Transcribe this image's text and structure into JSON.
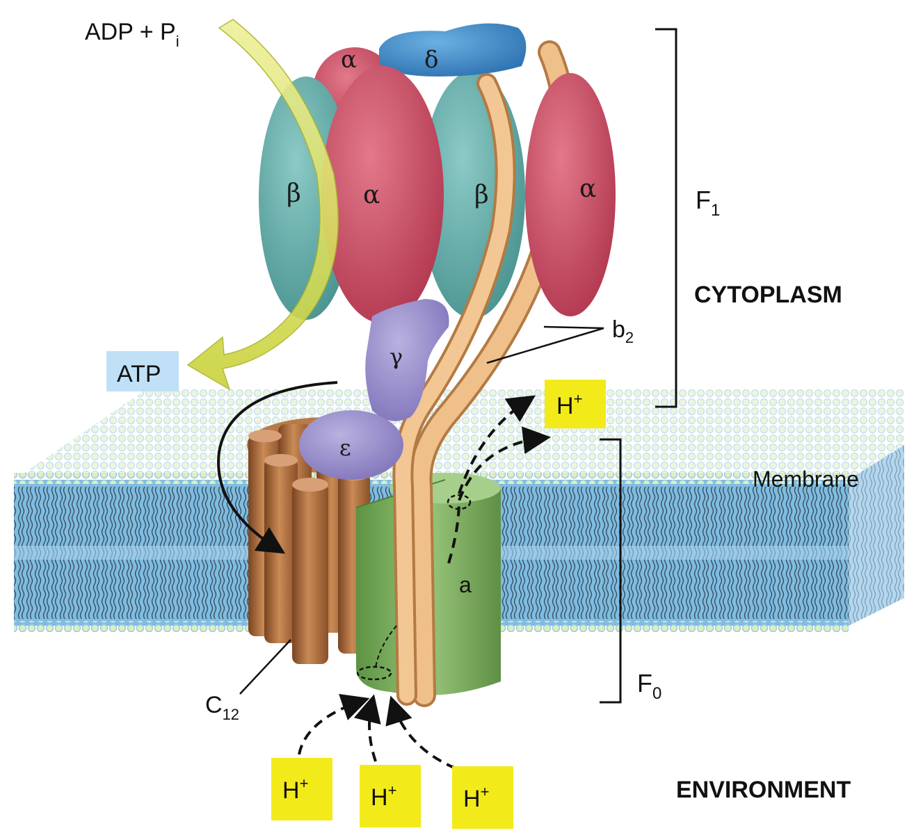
{
  "labels": {
    "adp": "ADP + P",
    "adp_sub": "i",
    "atp": "ATP",
    "alpha": "α",
    "beta": "β",
    "delta": "δ",
    "gamma": "γ",
    "epsilon": "ε",
    "a": "a",
    "b": "b",
    "b_sub": "2",
    "c": "C",
    "c_sub": "12",
    "f1": "F",
    "f1_sub": "1",
    "f0": "F",
    "f0_sub": "0",
    "cytoplasm": "CYTOPLASM",
    "membrane": "Membrane",
    "environment": "ENVIRONMENT",
    "h": "H",
    "h_sup": "+"
  },
  "colors": {
    "alpha": "#c9475e",
    "beta": "#5fa9a6",
    "delta": "#3f88c7",
    "gamma": "#9a8fc9",
    "stator_b": "#e8b47a",
    "subunit_a": "#7fae5e",
    "c_ring": "#a9693a",
    "membrane": "#7fbce0",
    "head_group": "#d9ebb7",
    "proton_box": "#f3ea1a",
    "atp_box": "#bfe0f6",
    "arrow": "#d8dd5a"
  }
}
